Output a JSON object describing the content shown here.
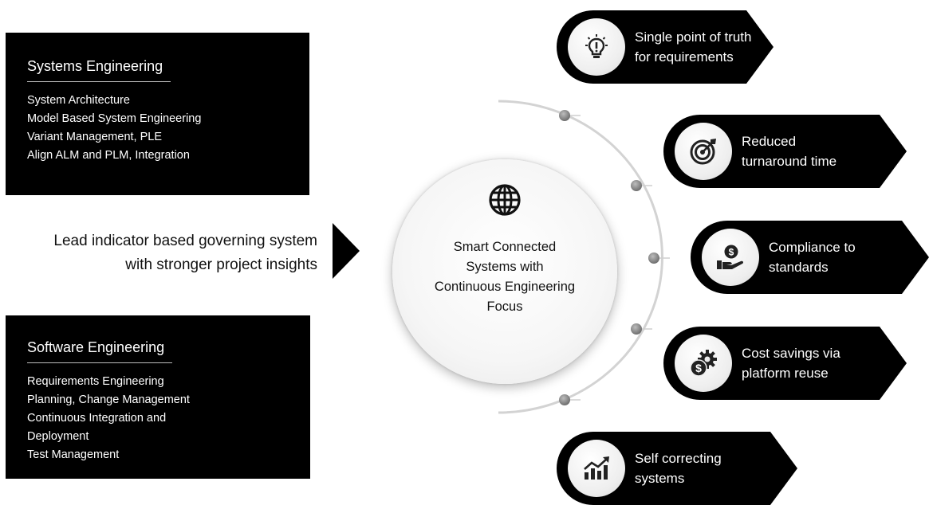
{
  "systems_engineering": {
    "title": "Systems Engineering",
    "items": [
      "System Architecture",
      "Model Based System Engineering",
      "Variant Management, PLE",
      "Align ALM and PLM, Integration"
    ]
  },
  "software_engineering": {
    "title": "Software Engineering",
    "items": [
      "Requirements Engineering",
      "Planning, Change Management",
      "Continuous Integration and",
      "Deployment",
      "Test Management"
    ]
  },
  "lead_indicator": {
    "lines": [
      "Lead indicator based governing system",
      "with stronger project insights"
    ]
  },
  "center": {
    "icon": "globe-icon",
    "lines": [
      "Smart Connected",
      "Systems with",
      "Continuous Engineering",
      "Focus"
    ]
  },
  "benefits": [
    {
      "icon": "lightbulb-icon",
      "lines": [
        "Single point of truth",
        "for requirements"
      ]
    },
    {
      "icon": "target-icon",
      "lines": [
        "Reduced",
        "turnaround time"
      ]
    },
    {
      "icon": "money-hand-icon",
      "lines": [
        "Compliance to",
        "standards"
      ]
    },
    {
      "icon": "dollar-gear-icon",
      "lines": [
        "Cost savings via",
        "platform reuse"
      ]
    },
    {
      "icon": "growth-chart-icon",
      "lines": [
        "Self correcting",
        "systems"
      ]
    }
  ],
  "colors": {
    "panel": "#000000",
    "arc": "#cccccc",
    "node": "#888888",
    "text_on_dark": "#ffffff"
  }
}
